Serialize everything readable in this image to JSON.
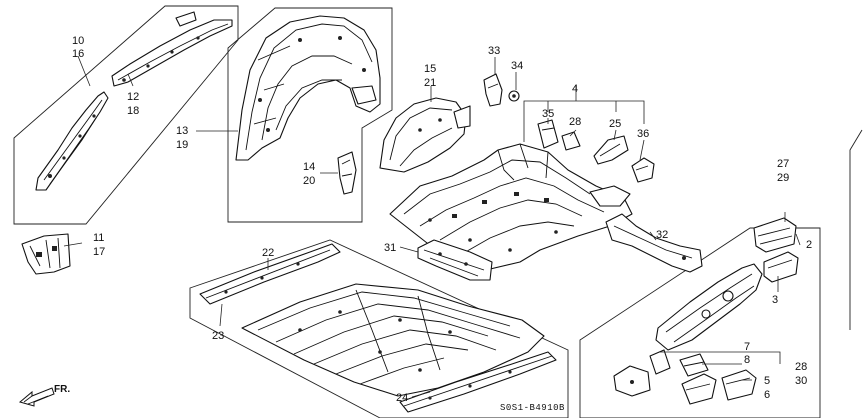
{
  "callouts": {
    "c10": "10",
    "c16": "16",
    "c12": "12",
    "c18": "18",
    "c11": "11",
    "c17": "17",
    "c13": "13",
    "c19": "19",
    "c14": "14",
    "c20": "20",
    "c15": "15",
    "c21": "21",
    "c33": "33",
    "c34": "34",
    "c4": "4",
    "c35": "35",
    "c28a": "28",
    "c25": "25",
    "c36": "36",
    "c27": "27",
    "c29": "29",
    "c2": "2",
    "c3": "3",
    "c32": "32",
    "c31": "31",
    "c22": "22",
    "c23": "23",
    "c24": "24",
    "c7": "7",
    "c8": "8",
    "c28b": "28",
    "c30": "30",
    "c5": "5",
    "c6": "6"
  },
  "diagram_code": "S0S1-B4910B",
  "direction_label": "FR.",
  "icons": {
    "direction": "forward-arrow-icon"
  }
}
